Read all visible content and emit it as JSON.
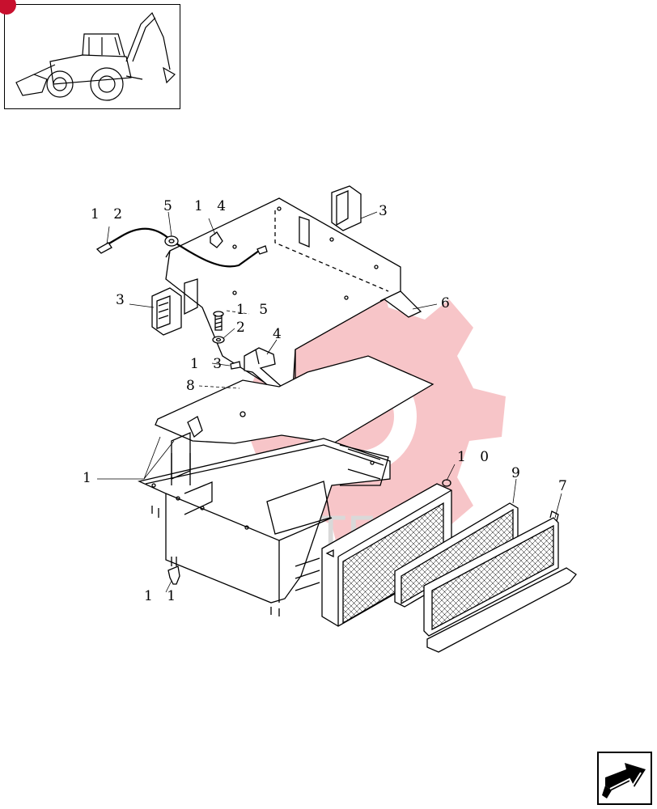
{
  "callouts": {
    "c12": "1 2",
    "c5": "5",
    "c14": "1 4",
    "c3a": "3",
    "c3b": "3",
    "c15": "1 5",
    "c2": "2",
    "c4": "4",
    "c6": "6",
    "c13": "1 3",
    "c8": "8",
    "c10": "1 0",
    "c9": "9",
    "c7": "7",
    "c1": "1",
    "c11": "1 1"
  },
  "watermark": {
    "text": "ИНТЕХ",
    "color": "#e8414b"
  },
  "colors": {
    "line": "#000000",
    "badge": "#c8102e"
  },
  "icons": {
    "nav": "arrow-right-box-icon",
    "thumbnail": "backhoe-loader-icon"
  }
}
